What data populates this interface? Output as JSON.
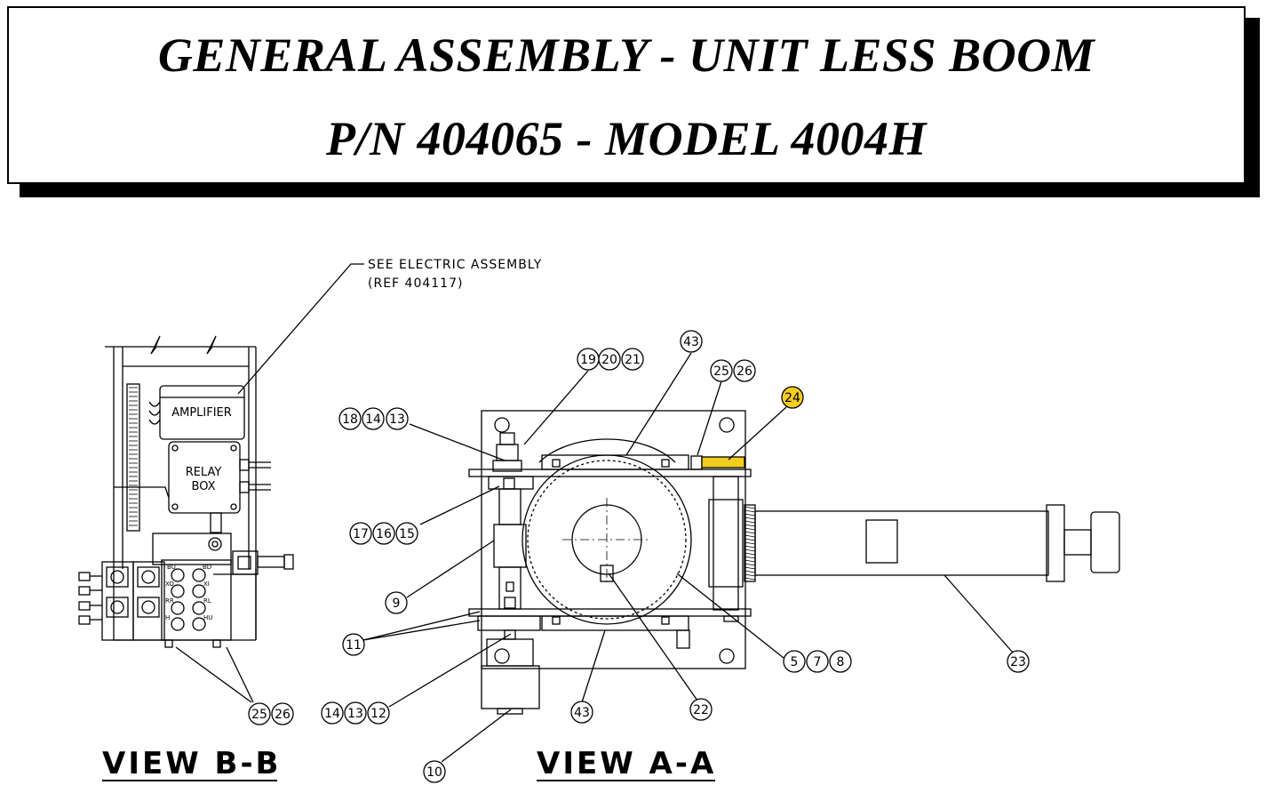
{
  "title": {
    "line1": "GENERAL ASSEMBLY - UNIT LESS BOOM",
    "line2": "P/N 404065 - MODEL 4004H"
  },
  "notes": {
    "electric_line1": "SEE ELECTRIC ASSEMBLY",
    "electric_line2": "(REF 404117)"
  },
  "view_b": {
    "label": "VIEW B-B",
    "amplifier": "AMPLIFIER",
    "relay_line1": "RELAY",
    "relay_line2": "BOX",
    "port_labels": [
      "BU",
      "BD",
      "XO",
      "XI",
      "RR",
      "RL",
      "H",
      "HU"
    ]
  },
  "view_a": {
    "label": "VIEW A-A"
  },
  "balloons": [
    {
      "text": "19",
      "highlight": false
    },
    {
      "text": "20",
      "highlight": false
    },
    {
      "text": "21",
      "highlight": false
    },
    {
      "text": "43",
      "highlight": false
    },
    {
      "text": "25",
      "highlight": false
    },
    {
      "text": "26",
      "highlight": false
    },
    {
      "text": "24",
      "highlight": true
    },
    {
      "text": "18",
      "highlight": false
    },
    {
      "text": "14",
      "highlight": false
    },
    {
      "text": "13",
      "highlight": false
    },
    {
      "text": "17",
      "highlight": false
    },
    {
      "text": "16",
      "highlight": false
    },
    {
      "text": "15",
      "highlight": false
    },
    {
      "text": "9",
      "highlight": false
    },
    {
      "text": "11",
      "highlight": false
    },
    {
      "text": "14",
      "highlight": false
    },
    {
      "text": "13",
      "highlight": false
    },
    {
      "text": "12",
      "highlight": false
    },
    {
      "text": "43",
      "highlight": false
    },
    {
      "text": "22",
      "highlight": false
    },
    {
      "text": "5",
      "highlight": false
    },
    {
      "text": "7",
      "highlight": false
    },
    {
      "text": "8",
      "highlight": false
    },
    {
      "text": "23",
      "highlight": false
    },
    {
      "text": "25",
      "highlight": false
    },
    {
      "text": "26",
      "highlight": false
    },
    {
      "text": "10",
      "highlight": false
    }
  ],
  "colors": {
    "line": "#000000",
    "highlight": "#f2cc1f"
  }
}
